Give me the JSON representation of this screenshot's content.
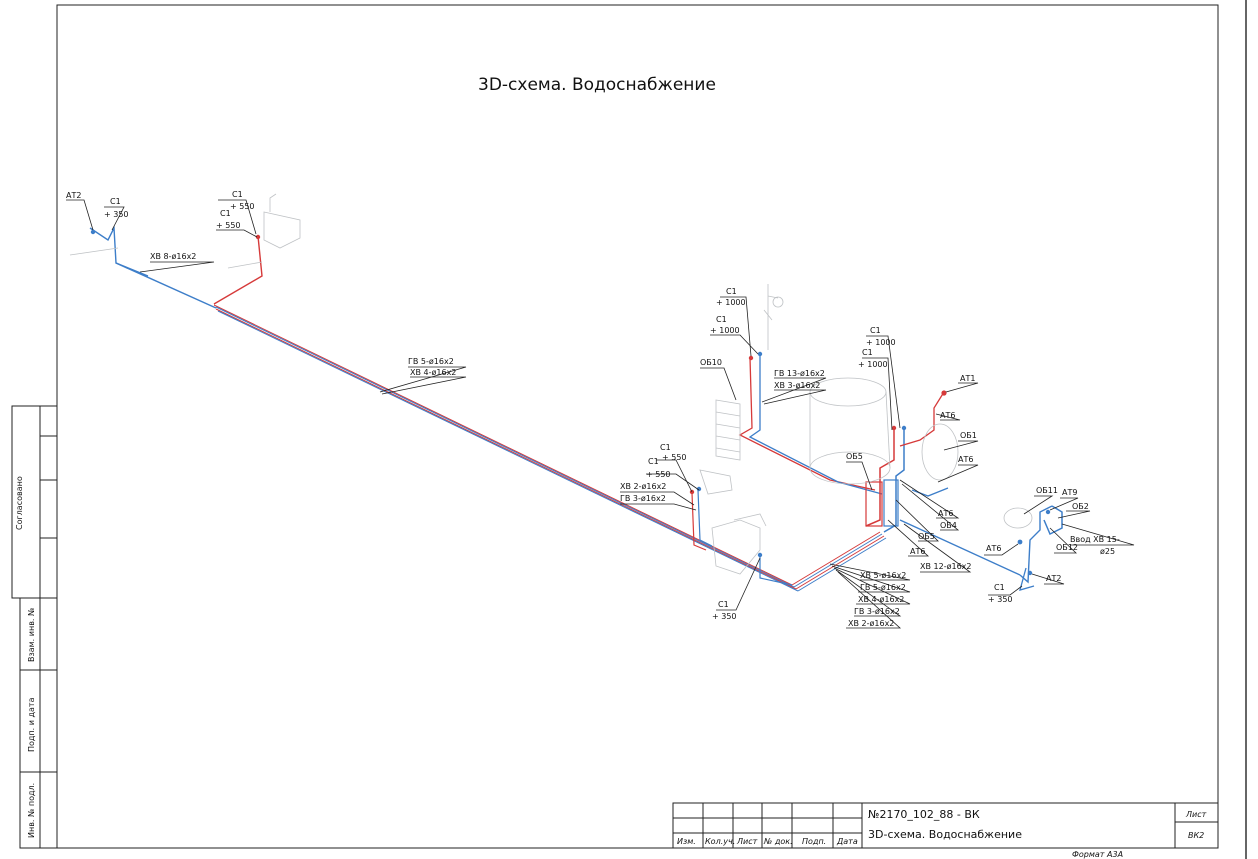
{
  "title": "3D-схема. Водоснабжение",
  "colors": {
    "cold": "#3d7ec9",
    "hot": "#d63a3a",
    "fixture": "#bfc2c5",
    "ink": "#222222"
  },
  "labels": {
    "at2_top": "АТ2",
    "c1_top_left": "С1",
    "h350_top_left": "+ 350",
    "xb8": "ХВ 8-ø16х2",
    "c1_sink_a": "С1",
    "h550_sink_a": "+ 550",
    "c1_sink_b": "С1",
    "h550_sink_b": "+ 550",
    "gv5_mid": "ГВ 5-ø16х2",
    "xb4_mid": "ХВ 4-ø16х2",
    "c1_shower_a": "С1",
    "h1000_shower_a": "+ 1000",
    "c1_shower_b": "С1",
    "h1000_shower_b": "+ 1000",
    "ob10": "ОБ10",
    "gv13": "ГВ 13-ø16х2",
    "xb3": "ХВ 3-ø16х2",
    "c1_tank_a": "С1",
    "h1000_tank_a": "+ 1000",
    "c1_tank_b": "С1",
    "h1000_tank_b": "+ 1000",
    "at1": "АТ1",
    "at6_a": "АТ6",
    "ob1": "ОБ1",
    "at6_b": "АТ6",
    "ob5_a": "ОБ5",
    "at6_c": "АТ6",
    "ob4": "ОБ4",
    "ob5_b": "ОБ5",
    "at6_d": "АТ6",
    "c1_wash_a": "С1",
    "h550_wash_a": "+ 550",
    "c1_wash_b": "С1",
    "h550_wash_b": "+ 550",
    "xb2_left": "ХВ 2-ø16х2",
    "gv3_left": "ГВ 3-ø16х2",
    "ob11": "ОБ11",
    "at9": "АТ9",
    "ob2": "ОБ2",
    "ob12": "ОБ12",
    "vvod": "Ввод ХВ 15-",
    "vvod_d": "ø25",
    "at6_e": "АТ6",
    "xb12": "ХВ 12-ø16х2",
    "at2_right": "АТ2",
    "c1_right": "С1",
    "h350_right": "+ 350",
    "c1_wc": "С1",
    "h350_wc": "+ 350",
    "xb5": "ХВ 5-ø16х2",
    "gv5_bottom": "ГВ 5-ø16х2",
    "xb4_bottom": "ХВ 4-ø16х2",
    "gv3_bottom": "ГВ 3-ø16х2",
    "xb2_bottom": "ХВ 2-ø16х2"
  },
  "side_stamp": [
    "Согласовано",
    "Взам. инв. №",
    "Подп. и дата",
    "Инв. № подл."
  ],
  "title_block": {
    "code": "№2170_102_88 - ВК",
    "name": "3D-схема. Водоснабжение",
    "cols": [
      "Изм.",
      "Кол.уч.",
      "Лист",
      "№ док.",
      "Подп.",
      "Дата"
    ],
    "sheet_label": "Лист",
    "sheet_value": "ВК2",
    "format": "Формат А3А"
  }
}
